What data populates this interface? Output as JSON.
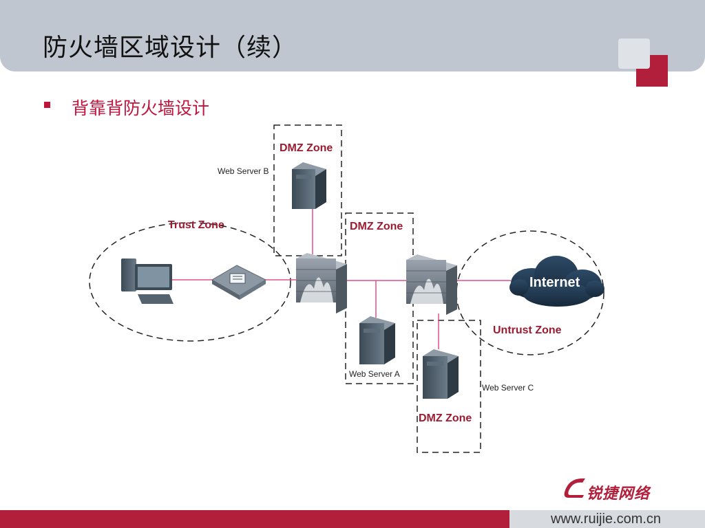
{
  "slide": {
    "title": "防火墙区域设计（续）",
    "bullet": "背靠背防火墙设计",
    "footer_url": "www.ruijie.com.cn",
    "logo_text": "锐捷网络"
  },
  "diagram": {
    "zones": {
      "trust": "Trust Zone",
      "dmz_top": "DMZ Zone",
      "dmz_middle": "DMZ Zone",
      "dmz_bottom": "DMZ Zone",
      "untrust": "Untrust Zone"
    },
    "servers": {
      "b": "Web Server B",
      "a": "Web Server A",
      "c": "Web Server C"
    },
    "internet_label": "Internet"
  },
  "colors": {
    "brand_red": "#b21f3b",
    "zone_label_red": "#9b1b30",
    "link_pink": "#e0508a",
    "title_bar": "#bfc6cf"
  }
}
